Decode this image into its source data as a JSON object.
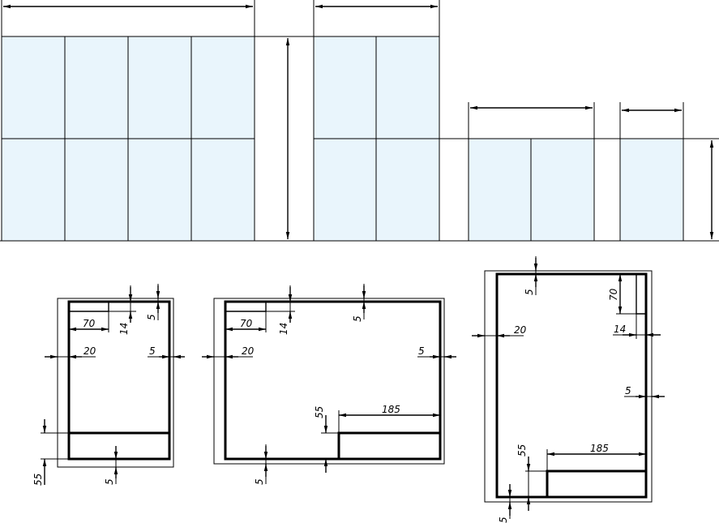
{
  "sheet_a": {
    "dim_left": "20",
    "dim_right": "5",
    "dim_top": "5",
    "dim_bottom": "5",
    "dim_block_w": "70",
    "dim_block_h": "14",
    "dim_title_h": "55"
  },
  "sheet_b": {
    "dim_left": "20",
    "dim_right": "5",
    "dim_top": "5",
    "dim_bottom": "5",
    "dim_block_w": "70",
    "dim_block_h": "14",
    "dim_title_h": "55",
    "dim_title_w": "185"
  },
  "sheet_c": {
    "dim_left": "20",
    "dim_right": "5",
    "dim_top": "5",
    "dim_bottom": "5",
    "dim_block_w": "14",
    "dim_block_h": "70",
    "dim_title_h": "55",
    "dim_title_w": "185"
  }
}
